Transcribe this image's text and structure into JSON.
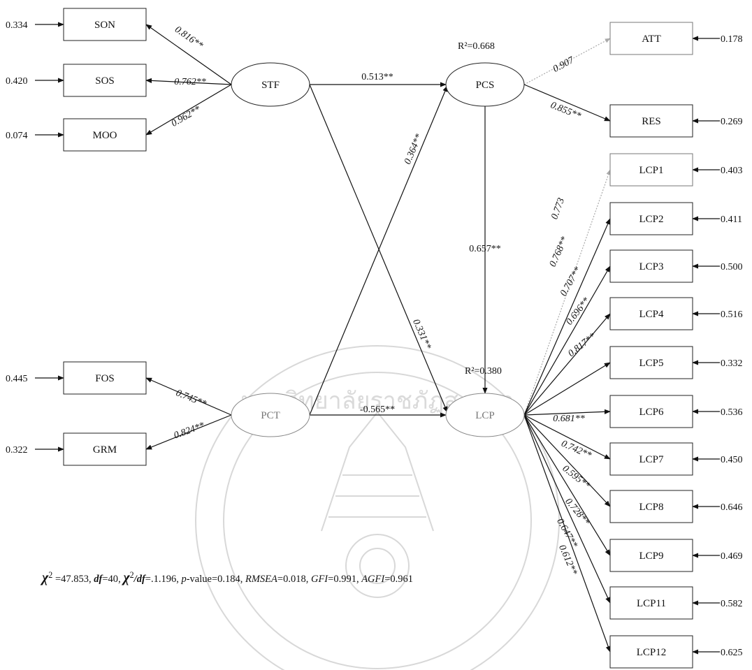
{
  "watermark_text": "มหาวิทยาลัยราชภัฏสงขลา",
  "nodes": {
    "SON": "SON",
    "SOS": "SOS",
    "MOO": "MOO",
    "FOS": "FOS",
    "GRM": "GRM",
    "STF": "STF",
    "PCT": "PCT",
    "PCS": "PCS",
    "LCP": "LCP",
    "ATT": "ATT",
    "RES": "RES",
    "LCP1": "LCP1",
    "LCP2": "LCP2",
    "LCP3": "LCP3",
    "LCP4": "LCP4",
    "LCP5": "LCP5",
    "LCP6": "LCP6",
    "LCP7": "LCP7",
    "LCP8": "LCP8",
    "LCP9": "LCP9",
    "LCP11": "LCP11",
    "LCP12": "LCP12"
  },
  "errors": {
    "SON": "0.334",
    "SOS": "0.420",
    "MOO": "0.074",
    "FOS": "0.445",
    "GRM": "0.322",
    "ATT": "0.178",
    "RES": "0.269",
    "LCP1": "0.403",
    "LCP2": "0.411",
    "LCP3": "0.500",
    "LCP4": "0.516",
    "LCP5": "0.332",
    "LCP6": "0.536",
    "LCP7": "0.450",
    "LCP8": "0.646",
    "LCP9": "0.469",
    "LCP11": "0.582",
    "LCP12": "0.625"
  },
  "r2": {
    "PCS": "R²=0.668",
    "LCP": "R²=0.380"
  },
  "coefficients": {
    "STF_SON": "0.816**",
    "STF_SOS": "0.762**",
    "STF_MOO": "0.962**",
    "PCT_FOS": "0.745**",
    "PCT_GRM": "0.824**",
    "STF_PCS": "0.513**",
    "PCT_PCS": "0.364**",
    "STF_LCP": "0.331**",
    "PCT_LCP": "-0.565**",
    "PCS_LCP": "0.657**",
    "PCS_ATT": "0.907",
    "PCS_RES": "0.855**",
    "LCP_LCP1": "0.773",
    "LCP_LCP2": "0.768**",
    "LCP_LCP3": "0.707**",
    "LCP_LCP4": "0.696**",
    "LCP_LCP5": "0.817**",
    "LCP_LCP6": "0.681**",
    "LCP_LCP7": "0.742**",
    "LCP_LCP8": "0.595**",
    "LCP_LCP9": "0.728**",
    "LCP_LCP11": "0.647**",
    "LCP_LCP12": "0.612**"
  },
  "fit": {
    "chi_symbol": "χ",
    "chi_value": "=47.853",
    "df_label": "df",
    "df_value": "=40",
    "chidf_value": "=.1.196",
    "p_label": "p",
    "p_value": "-value=0.184",
    "rmsea_label": "RMSEA",
    "rmsea_value": "=0.018",
    "gfi_label": "GFI",
    "gfi_value": "=0.991",
    "agfi_label": "AGFI",
    "agfi_value": "=0.961"
  }
}
